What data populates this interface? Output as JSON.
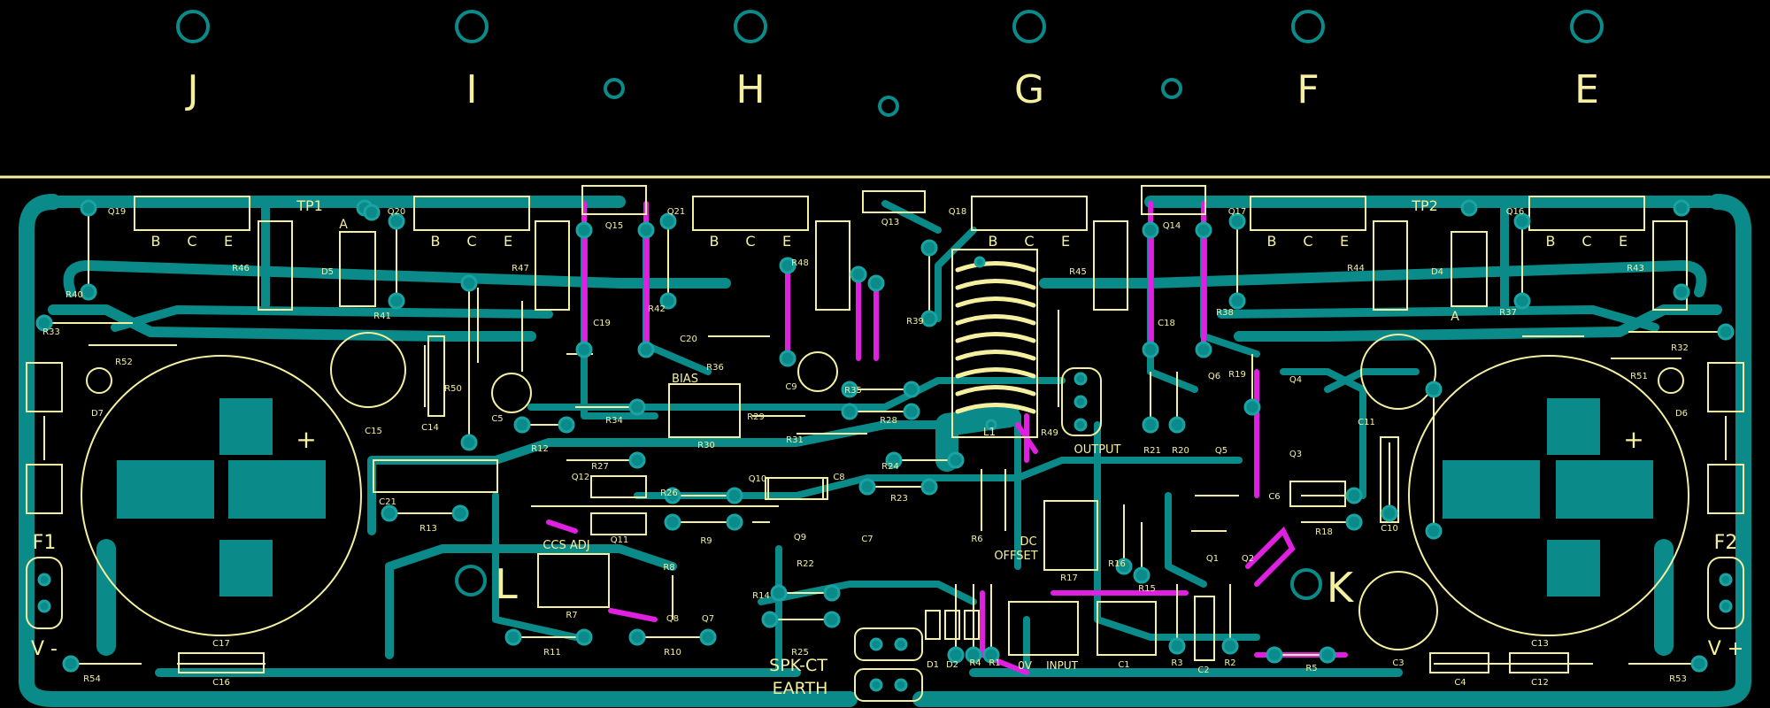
{
  "colors": {
    "background": "#000000",
    "copper": "#0b8a8a",
    "copper_dark": "#077575",
    "silkscreen": "#f5f0a0",
    "via_ring": "#1aa3a3",
    "top_trace": "#e020e0"
  },
  "mount_letters": [
    "J",
    "I",
    "H",
    "G",
    "F",
    "E"
  ],
  "side_letters": {
    "left": "L",
    "right": "K"
  },
  "transistor_pins": [
    "B",
    "C",
    "E"
  ],
  "fuses": {
    "left": "F1",
    "right": "F2"
  },
  "power": {
    "left": "V -",
    "right": "V +"
  },
  "test_points": {
    "tp1": "TP1",
    "tp2": "TP2"
  },
  "connectors": {
    "output": "OUTPUT",
    "spk_ct": "SPK-CT",
    "earth": "EARTH",
    "input": "INPUT",
    "zero_v": "0V"
  },
  "adjust": {
    "bias": "BIAS",
    "ccs_adj": "CCS ADJ",
    "dc": "DC",
    "offset": "OFFSET"
  },
  "polarity": {
    "plus": "+",
    "anode": "A"
  },
  "power_transistors": [
    "Q19",
    "Q20",
    "Q21",
    "Q18",
    "Q17",
    "Q16"
  ],
  "small_transistors": [
    "Q15",
    "Q13",
    "Q14",
    "Q12",
    "Q11",
    "Q10",
    "Q9",
    "Q8",
    "Q7",
    "Q6",
    "Q5",
    "Q4",
    "Q3",
    "Q2",
    "Q1"
  ],
  "resistors": [
    "R1",
    "R2",
    "R3",
    "R4",
    "R5",
    "R6",
    "R7",
    "R8",
    "R9",
    "R10",
    "R11",
    "R12",
    "R13",
    "R14",
    "R15",
    "R16",
    "R17",
    "R18",
    "R19",
    "R20",
    "R21",
    "R22",
    "R23",
    "R24",
    "R25",
    "R26",
    "R27",
    "R28",
    "R29",
    "R30",
    "R31",
    "R32",
    "R33",
    "R34",
    "R35",
    "R36",
    "R37",
    "R38",
    "R39",
    "R40",
    "R41",
    "R42",
    "R43",
    "R44",
    "R45",
    "R46",
    "R47",
    "R48",
    "R49",
    "R50",
    "R51",
    "R52",
    "R53",
    "R54"
  ],
  "capacitors": [
    "C1",
    "C2",
    "C3",
    "C4",
    "C5",
    "C6",
    "C7",
    "C8",
    "C9",
    "C10",
    "C11",
    "C12",
    "C13",
    "C14",
    "C15",
    "C16",
    "C17",
    "C18",
    "C19",
    "C20",
    "C21"
  ],
  "diodes": [
    "D1",
    "D2",
    "D4",
    "D5",
    "D6",
    "D7"
  ],
  "inductor": "L1"
}
